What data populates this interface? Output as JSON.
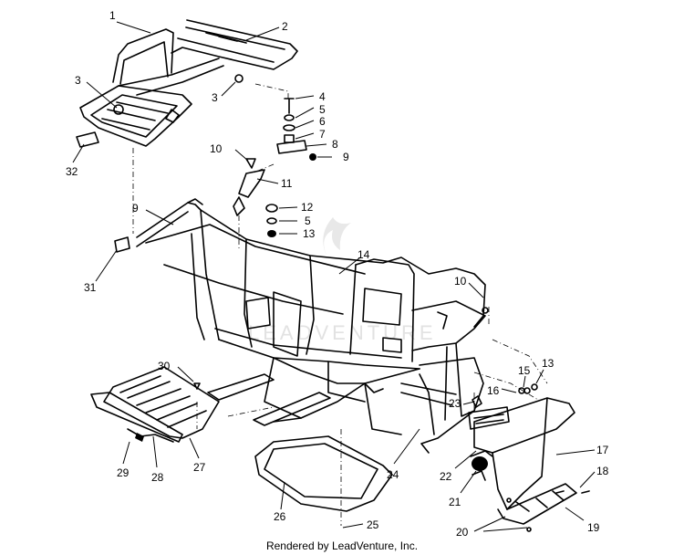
{
  "footer": "Rendered by LeadVenture, Inc.",
  "watermark": "LEADVENTURE",
  "callouts": [
    "1",
    "2",
    "3",
    "3",
    "4",
    "5",
    "6",
    "7",
    "8",
    "9",
    "10",
    "11",
    "9",
    "12",
    "5",
    "13",
    "14",
    "31",
    "10",
    "15",
    "13",
    "16",
    "30",
    "23",
    "17",
    "18",
    "22",
    "24",
    "21",
    "29",
    "28",
    "27",
    "26",
    "25",
    "20",
    "19",
    "32"
  ]
}
